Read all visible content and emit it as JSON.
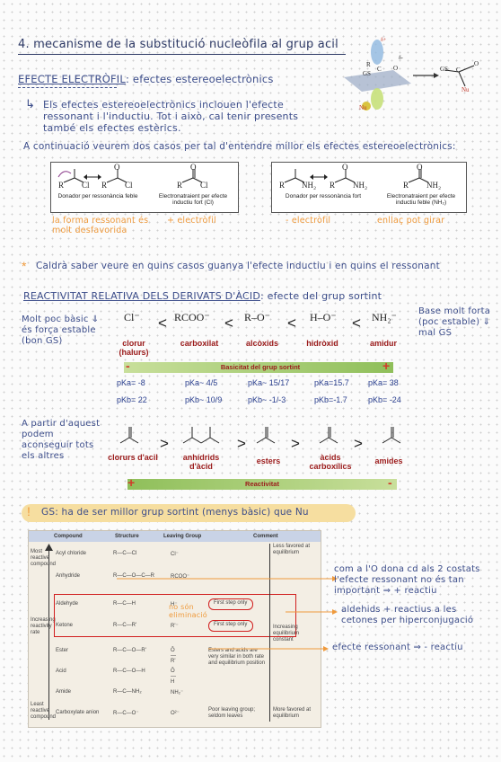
{
  "header": {
    "number": "4.",
    "title": "mecanisme de la substitució nucleòfila al grup acil"
  },
  "figure_top": {
    "labels": [
      "R",
      "GS",
      "C",
      "O",
      "Nu",
      "δ+",
      "δ-",
      "GS",
      "C",
      "O",
      "Nu"
    ]
  },
  "section1": {
    "heading": "EFECTE ELECTRÒFIL",
    "subheading": ": efectes estereoelectrònics",
    "bullet": "Els efectes estereoelectrònics inclouen l'efecte ressonant i l'inductiu. Tot i això, cal tenir presents també els efectes estèrics.",
    "intro": "A continuació veurem dos casos per tal d'entendre millor els efectes estereoelectrònics:"
  },
  "box_left": {
    "donor_caption": "Donador per ressonància feble",
    "acceptor_caption": "Electronatraient per efecte inductiu fort (Cl)",
    "note1": "la forma ressonant és molt desfavorida",
    "note2": "+ electròfil",
    "atoms": [
      "R",
      "Cl",
      "O",
      "R",
      "Cl",
      "O",
      "R",
      "Cl"
    ]
  },
  "box_right": {
    "donor_caption": "Donador per ressonància fort",
    "acceptor_caption": "Electronatraient per efecte inductiu feble (NH₂)",
    "note1": "- electròfil",
    "note2": "enllaç pot girar",
    "atoms": [
      "R",
      "NH₂",
      "O",
      "R",
      "NH₂",
      "O",
      "R",
      "NH₂"
    ]
  },
  "note_star": "Caldrà saber veure en quins casos guanya l'efecte inductiu i en quins el ressonant",
  "section2": {
    "heading": "REACTIVITAT RELATIVA DELS DERIVATS D'ÀCID",
    "subheading": ": efecte del grup sortint"
  },
  "leaving_groups": {
    "left_note": "Molt poc bàsic ⇓ és força estable (bon GS)",
    "right_note": "Base molt forta (poc estable) ⇓ mal GS",
    "items": [
      {
        "name": "clorur (halurs)",
        "pka": "pKa= -8",
        "pkb": "pKb= 22",
        "formula": "Cl⁻"
      },
      {
        "name": "carboxilat",
        "pka": "pKa~ 4/5",
        "pkb": "pKb~ 10/9",
        "formula": "RCOO⁻"
      },
      {
        "name": "alcòxids",
        "pka": "pKa~ 15/17",
        "pkb": "pKb~ -1/-3",
        "formula": "R–O⁻"
      },
      {
        "name": "hidròxid",
        "pka": "pKa=15.7",
        "pkb": "pKb=-1.7",
        "formula": "H–O⁻"
      },
      {
        "name": "amidur",
        "pka": "pKa= 38",
        "pkb": "pKb= -24",
        "formula": "NH₂⁻"
      }
    ],
    "lt": "<",
    "bar_label": "Basicitat del grup sortint",
    "bar_minus": "-",
    "bar_plus": "+"
  },
  "reactivity": {
    "left_note": "A partir d'aquest podem aconseguir tots els altres",
    "items": [
      {
        "name": "clorurs d'acil"
      },
      {
        "name": "anhídrids d'àcid"
      },
      {
        "name": "esters"
      },
      {
        "name": "àcids carboxílics"
      },
      {
        "name": "amides"
      }
    ],
    "gt": ">",
    "bar_label": "Reactivitat",
    "bar_plus": "+",
    "bar_minus": "-"
  },
  "highlight": "GS: ha de ser millor grup sortint (menys bàsic) que Nu",
  "table": {
    "headers": [
      "Compound",
      "Structure",
      "Leaving Group",
      "Comment"
    ],
    "left_top": "Most reactive compound",
    "left_mid": "Increasing reactivity rate",
    "left_bot": "Least reactive compound",
    "rows": [
      {
        "compound": "Acyl chloride",
        "structure": "R—C—Cl",
        "lg": "Cl⁻"
      },
      {
        "compound": "Anhydride",
        "structure": "R—C—O—C—R",
        "lg": "RCOO⁻"
      },
      {
        "compound": "Aldehyde",
        "structure": "R—C—H",
        "lg": "H⁻"
      },
      {
        "compound": "Ketone",
        "structure": "R—C—R'",
        "lg": "R'⁻"
      },
      {
        "compound": "Ester",
        "structure": "R—C—O—R'",
        "lg": "Ō—R'"
      },
      {
        "compound": "Acid",
        "structure": "R—C—O—H",
        "lg": "Ō—H"
      },
      {
        "compound": "Amide",
        "structure": "R—C—NH₂",
        "lg": "NH₂⁻"
      },
      {
        "compound": "Carboxylate anion",
        "structure": "R—C—O⁻",
        "lg": "O²⁻"
      }
    ],
    "comment_top": "Less favored at equilibrium",
    "comment_mid": "Increasing equilibrium constant",
    "comment_ester": "Esters and acids are very similar in both rate and equilibrium position",
    "comment_poor": "Poor leaving group; seldom leaves",
    "comment_bot": "More favored at equilibrium",
    "first_step": "First step only",
    "no_elim": "no són eliminació"
  },
  "side_notes": {
    "anhydride": "com a l'O dona cd als 2 costats l'efecte ressonant no és tan important ⇒ + reactiu",
    "aldehyde": "aldehids + reactius a les cetones per hiperconjugació",
    "ester": "efecte ressonant ⇒ - reactiu"
  },
  "colors": {
    "navy": "#3c4d8a",
    "orange": "#ef9a3c",
    "bar_green": "#9fc66a",
    "bar_red": "#d23a2a",
    "highlight": "#f6dea0",
    "table_red": "#d11f1f"
  }
}
